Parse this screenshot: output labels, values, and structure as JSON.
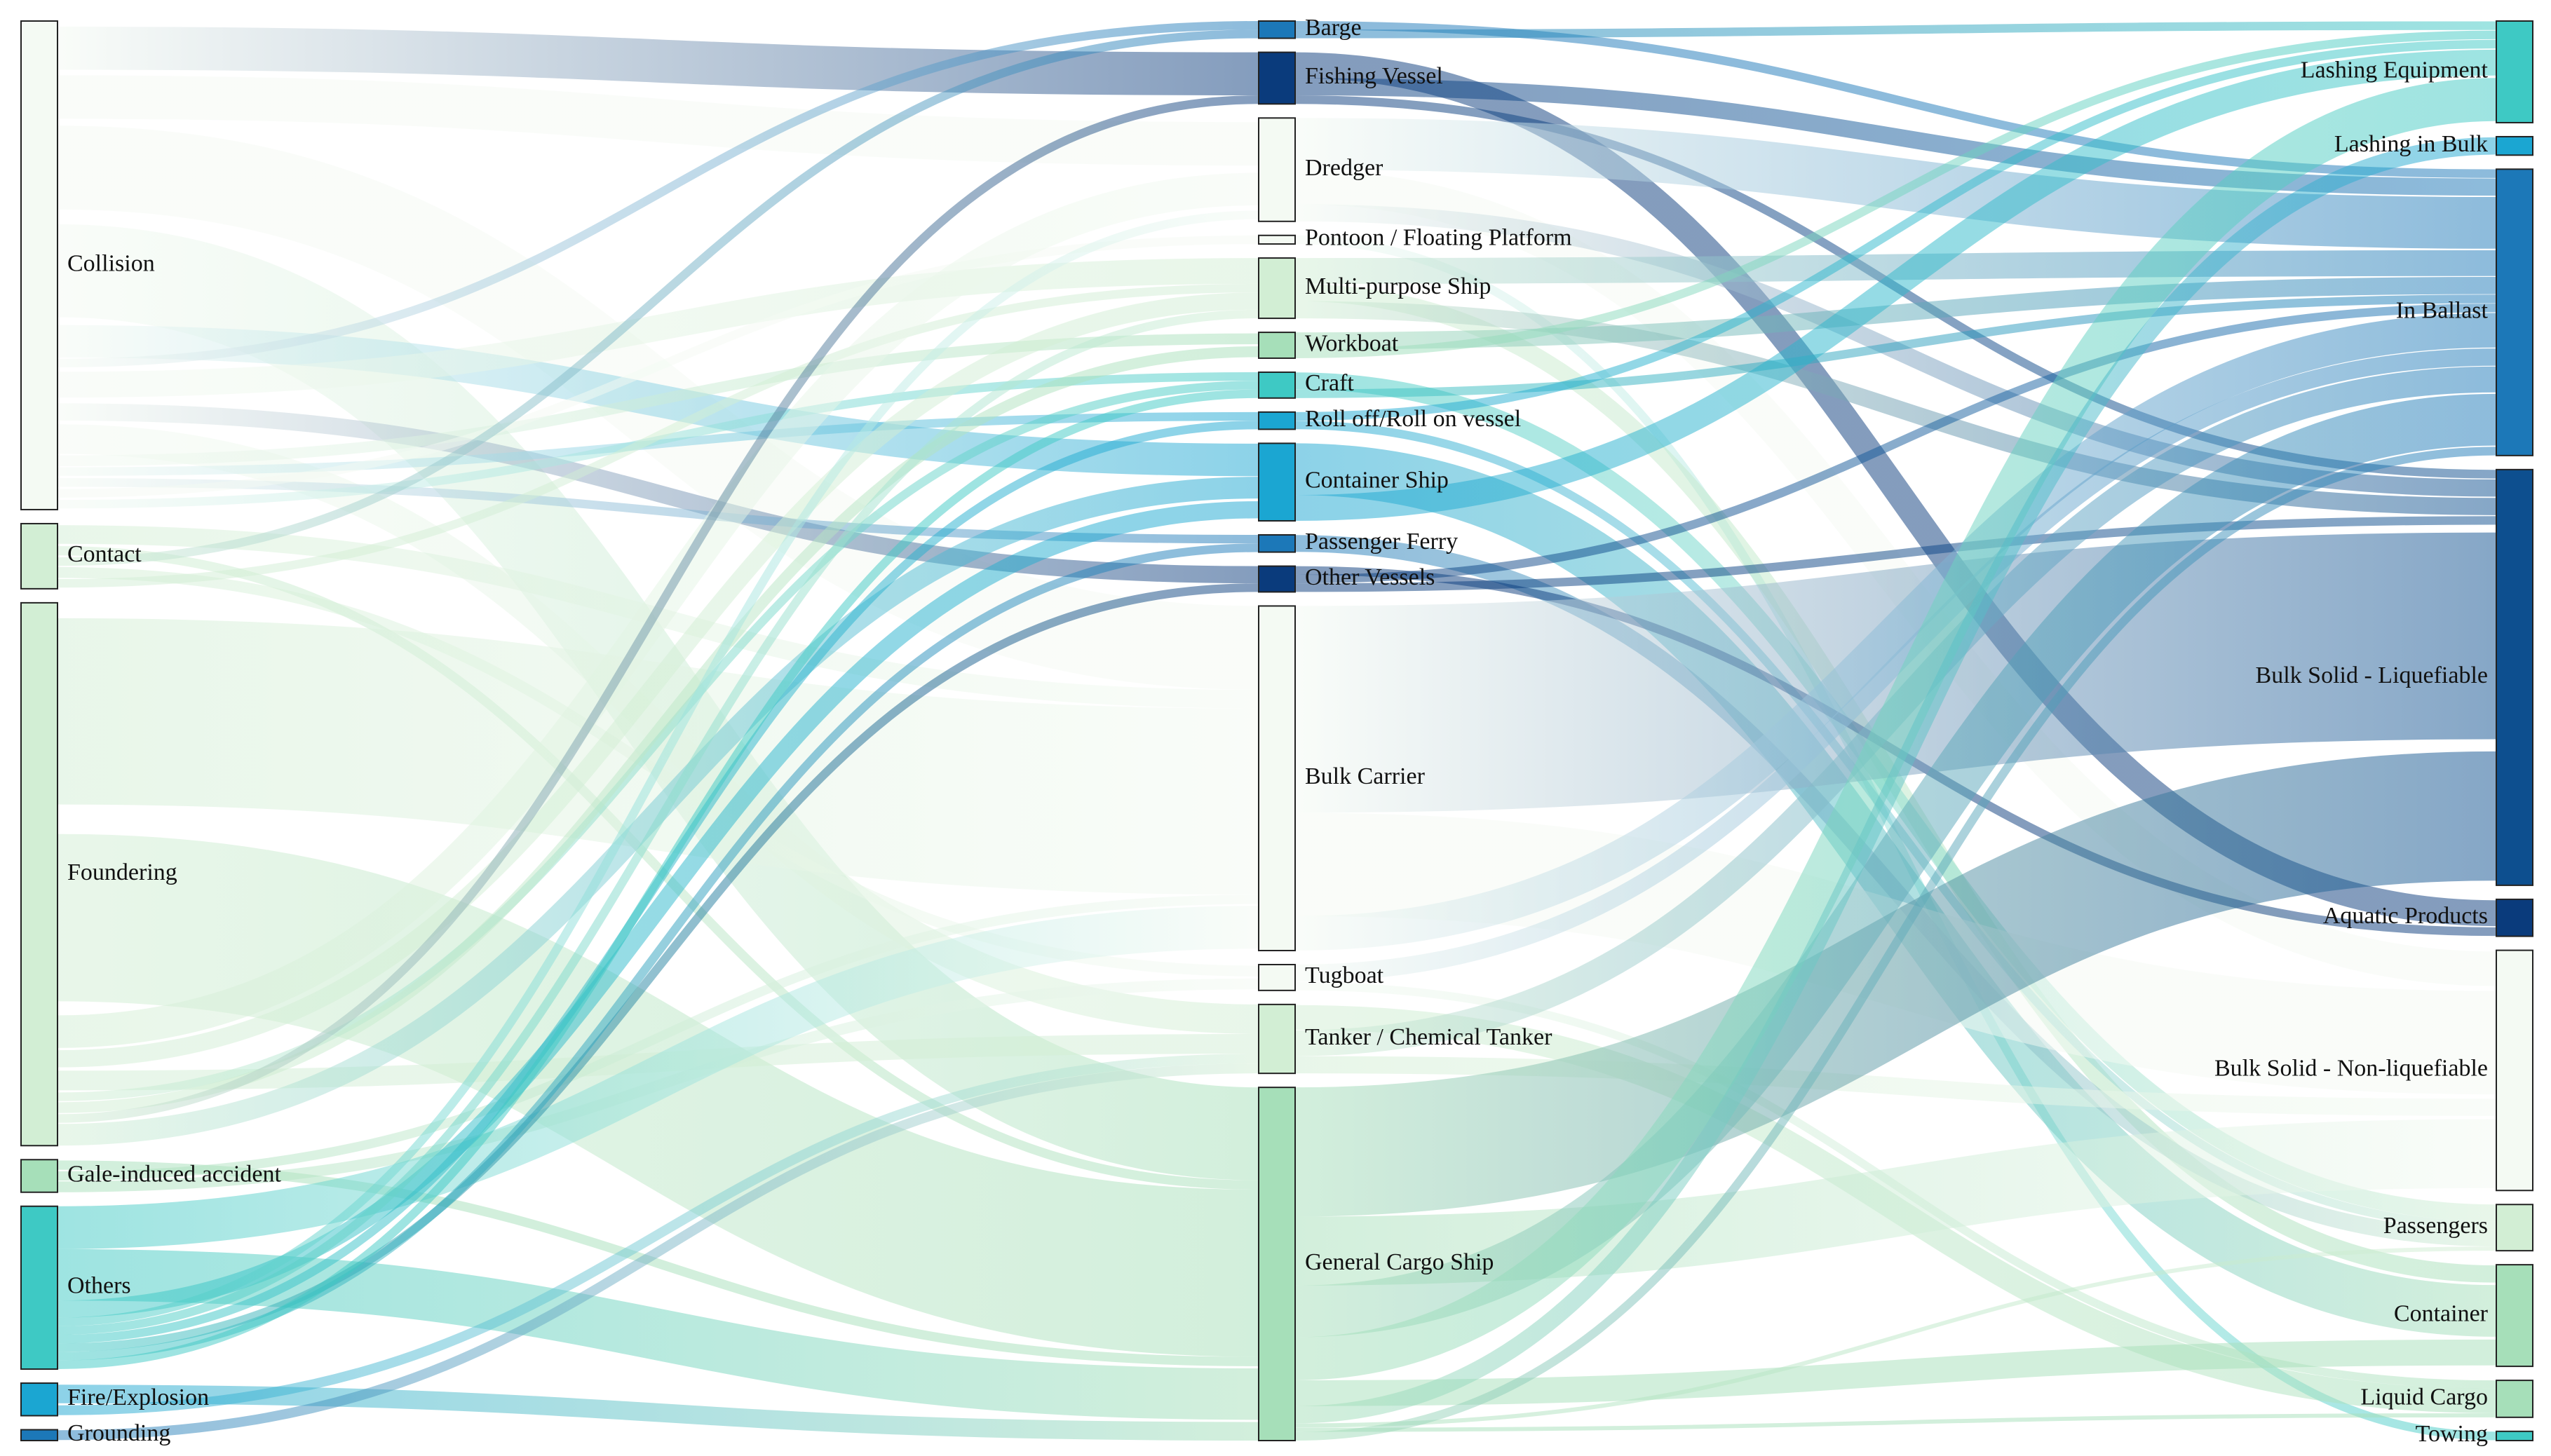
{
  "colors": {
    "L1": "#f4faf3",
    "L2": "#d2eed4",
    "L3": "#a6dfb9",
    "L4": "#3ec9c4",
    "L5": "#1ba6d2",
    "L6": "#1c78b8",
    "L7": "#0d4f8f",
    "L8": "#0a3b7c",
    "stroke": "#222222"
  },
  "columns": [
    [
      {
        "id": "collision",
        "label": "Collision",
        "color": "L1",
        "value": 45
      },
      {
        "id": "contact",
        "label": "Contact",
        "color": "L2",
        "value": 6
      },
      {
        "id": "foundering",
        "label": "Foundering",
        "color": "L2",
        "value": 50
      },
      {
        "id": "gale",
        "label": "Gale-induced accident",
        "color": "L3",
        "value": 3
      },
      {
        "id": "others",
        "label": "Others",
        "color": "L4",
        "value": 15
      },
      {
        "id": "fire",
        "label": "Fire/Explosion",
        "color": "L5",
        "value": 3
      },
      {
        "id": "grounding",
        "label": "Grounding",
        "color": "L6",
        "value": 1
      }
    ],
    [
      {
        "id": "barge",
        "label": "Barge",
        "color": "L6",
        "value": 2
      },
      {
        "id": "fishing",
        "label": "Fishing Vessel",
        "color": "L8",
        "value": 6
      },
      {
        "id": "dredger",
        "label": "Dredger",
        "color": "L1",
        "value": 12
      },
      {
        "id": "pontoon",
        "label": "Pontoon / Floating Platform",
        "color": "L1",
        "value": 1
      },
      {
        "id": "multi",
        "label": "Multi-purpose Ship",
        "color": "L2",
        "value": 7
      },
      {
        "id": "workboat",
        "label": "Workboat",
        "color": "L3",
        "value": 3
      },
      {
        "id": "craft",
        "label": "Craft",
        "color": "L4",
        "value": 3
      },
      {
        "id": "roro",
        "label": "Roll off/Roll on vessel",
        "color": "L5",
        "value": 2
      },
      {
        "id": "container_ship",
        "label": "Container Ship",
        "color": "L5",
        "value": 9
      },
      {
        "id": "ferry",
        "label": "Passenger Ferry",
        "color": "L6",
        "value": 2
      },
      {
        "id": "othervessels",
        "label": "Other Vessels",
        "color": "L8",
        "value": 3
      },
      {
        "id": "bulk",
        "label": "Bulk Carrier",
        "color": "L1",
        "value": 40
      },
      {
        "id": "tugboat",
        "label": "Tugboat",
        "color": "L1",
        "value": 3
      },
      {
        "id": "tanker",
        "label": "Tanker / Chemical Tanker",
        "color": "L2",
        "value": 8
      },
      {
        "id": "general",
        "label": "General Cargo Ship",
        "color": "L3",
        "value": 41
      }
    ],
    [
      {
        "id": "lashing_eq",
        "label": "Lashing Equipment",
        "color": "L4",
        "value": 11
      },
      {
        "id": "lashing_bulk",
        "label": "Lashing in Bulk",
        "color": "L5",
        "value": 2
      },
      {
        "id": "ballast",
        "label": "In Ballast",
        "color": "L6",
        "value": 31
      },
      {
        "id": "bulk_liq",
        "label": "Bulk Solid - Liquefiable",
        "color": "L7",
        "value": 45
      },
      {
        "id": "aquatic",
        "label": "Aquatic Products",
        "color": "L8",
        "value": 4
      },
      {
        "id": "bulk_nonliq",
        "label": "Bulk Solid - Non-liquefiable",
        "color": "L1",
        "value": 26
      },
      {
        "id": "passengers",
        "label": "Passengers",
        "color": "L2",
        "value": 5
      },
      {
        "id": "container",
        "label": "Container",
        "color": "L3",
        "value": 11
      },
      {
        "id": "liquid",
        "label": "Liquid Cargo",
        "color": "L3",
        "value": 4
      },
      {
        "id": "towing",
        "label": "Towing",
        "color": "L4",
        "value": 1
      }
    ]
  ],
  "links": [
    [
      "collision",
      "fishing",
      5
    ],
    [
      "collision",
      "dredger",
      4
    ],
    [
      "collision",
      "bulk",
      9
    ],
    [
      "collision",
      "general",
      10
    ],
    [
      "collision",
      "container_ship",
      3
    ],
    [
      "collision",
      "barge",
      1
    ],
    [
      "collision",
      "multi",
      3
    ],
    [
      "collision",
      "othervessels",
      2
    ],
    [
      "collision",
      "tanker",
      3
    ],
    [
      "collision",
      "workboat",
      1
    ],
    [
      "collision",
      "roro",
      1
    ],
    [
      "collision",
      "ferry",
      1
    ],
    [
      "collision",
      "pontoon",
      1
    ],
    [
      "collision",
      "craft",
      1
    ],
    [
      "contact",
      "bulk",
      2
    ],
    [
      "contact",
      "general",
      1
    ],
    [
      "contact",
      "barge",
      1
    ],
    [
      "contact",
      "tugboat",
      1
    ],
    [
      "contact",
      "multi",
      1
    ],
    [
      "foundering",
      "bulk",
      20
    ],
    [
      "foundering",
      "general",
      18
    ],
    [
      "foundering",
      "dredger",
      3
    ],
    [
      "foundering",
      "multi",
      2
    ],
    [
      "foundering",
      "tanker",
      2
    ],
    [
      "foundering",
      "craft",
      1
    ],
    [
      "foundering",
      "workboat",
      1
    ],
    [
      "foundering",
      "fishing",
      1
    ],
    [
      "foundering",
      "container_ship",
      2
    ],
    [
      "gale",
      "general",
      1
    ],
    [
      "gale",
      "bulk",
      1
    ],
    [
      "gale",
      "tugboat",
      1
    ],
    [
      "others",
      "bulk",
      5
    ],
    [
      "others",
      "general",
      6
    ],
    [
      "others",
      "container_ship",
      2
    ],
    [
      "others",
      "dredger",
      1
    ],
    [
      "others",
      "multi",
      1
    ],
    [
      "others",
      "roro",
      1
    ],
    [
      "others",
      "othervessels",
      1
    ],
    [
      "others",
      "ferry",
      1
    ],
    [
      "others",
      "craft",
      1
    ],
    [
      "fire",
      "general",
      2
    ],
    [
      "fire",
      "tanker",
      1
    ],
    [
      "grounding",
      "tanker",
      1
    ],
    [
      "barge",
      "ballast",
      1
    ],
    [
      "barge",
      "lashing_eq",
      1
    ],
    [
      "fishing",
      "aquatic",
      3
    ],
    [
      "fishing",
      "ballast",
      2
    ],
    [
      "fishing",
      "bulk_liq",
      1
    ],
    [
      "dredger",
      "ballast",
      6
    ],
    [
      "dredger",
      "bulk_nonliq",
      4
    ],
    [
      "dredger",
      "bulk_liq",
      2
    ],
    [
      "pontoon",
      "towing",
      1
    ],
    [
      "multi",
      "ballast",
      3
    ],
    [
      "multi",
      "container",
      2
    ],
    [
      "multi",
      "bulk_liq",
      2
    ],
    [
      "workboat",
      "ballast",
      2
    ],
    [
      "workboat",
      "lashing_eq",
      1
    ],
    [
      "craft",
      "passengers",
      2
    ],
    [
      "craft",
      "ballast",
      1
    ],
    [
      "roro",
      "lashing_eq",
      1
    ],
    [
      "roro",
      "passengers",
      1
    ],
    [
      "container_ship",
      "container",
      6
    ],
    [
      "container_ship",
      "lashing_eq",
      3
    ],
    [
      "ferry",
      "passengers",
      2
    ],
    [
      "othervessels",
      "aquatic",
      1
    ],
    [
      "othervessels",
      "ballast",
      1
    ],
    [
      "othervessels",
      "bulk_liq",
      1
    ],
    [
      "bulk",
      "bulk_liq",
      24
    ],
    [
      "bulk",
      "bulk_nonliq",
      12
    ],
    [
      "bulk",
      "ballast",
      4
    ],
    [
      "tugboat",
      "ballast",
      2
    ],
    [
      "tugboat",
      "liquid",
      1
    ],
    [
      "tanker",
      "liquid",
      3
    ],
    [
      "tanker",
      "ballast",
      3
    ],
    [
      "tanker",
      "bulk_nonliq",
      2
    ],
    [
      "general",
      "bulk_liq",
      15
    ],
    [
      "general",
      "bulk_nonliq",
      8
    ],
    [
      "general",
      "ballast",
      6
    ],
    [
      "general",
      "lashing_eq",
      5
    ],
    [
      "general",
      "container",
      3
    ],
    [
      "general",
      "lashing_bulk",
      2
    ],
    [
      "general",
      "passengers",
      0.5
    ],
    [
      "general",
      "liquid",
      0.5
    ],
    [
      "general",
      "ballast",
      1
    ]
  ]
}
